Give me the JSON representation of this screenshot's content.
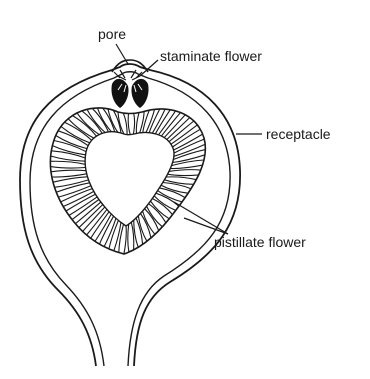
{
  "labels": {
    "pore": "pore",
    "staminate": "staminate flower",
    "receptacle": "receptacle",
    "pistillate": "pistillate flower"
  },
  "colors": {
    "ink": "#1a1a1a",
    "background": "#ffffff"
  }
}
